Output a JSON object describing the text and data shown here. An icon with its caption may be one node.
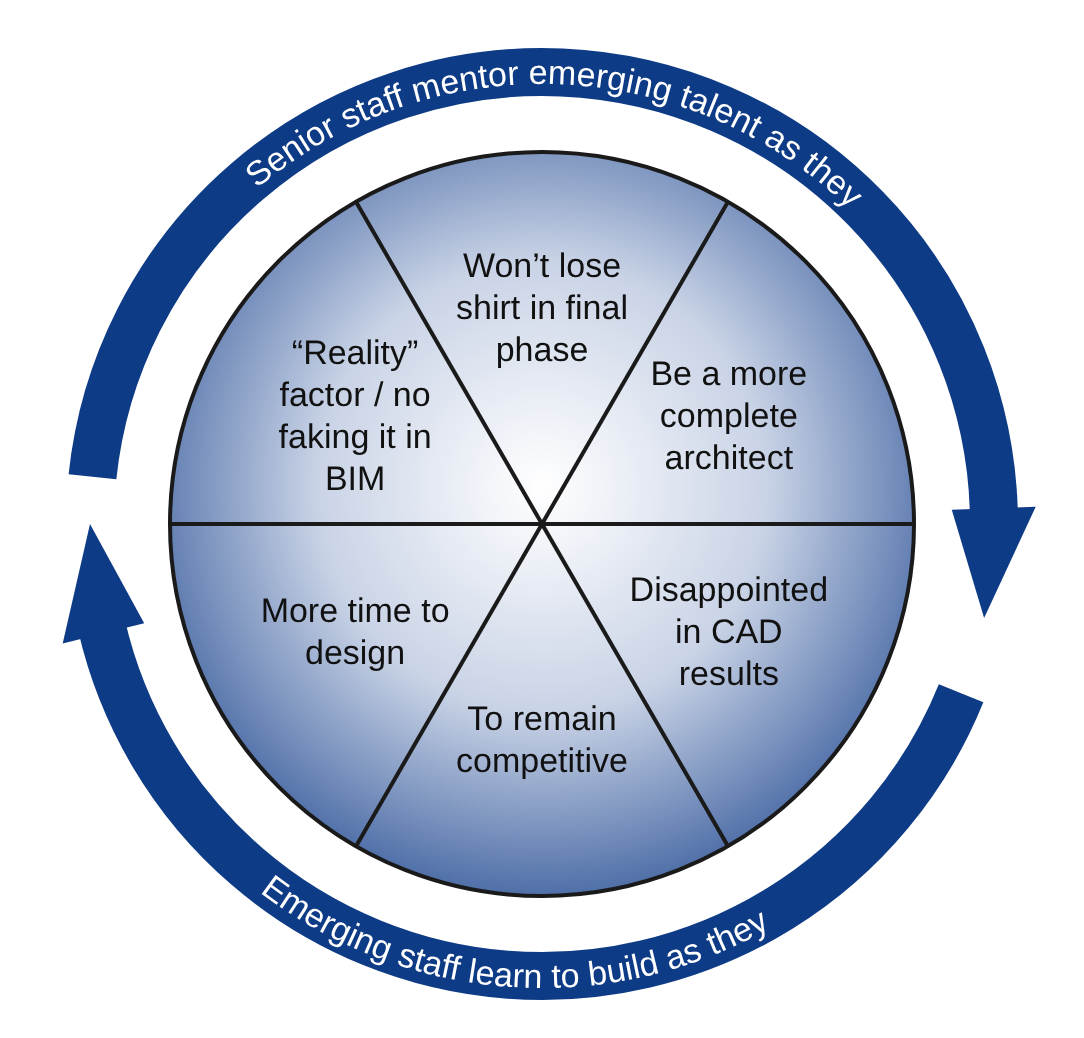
{
  "diagram": {
    "nodes": [
      {
        "text": [
          "Won’t lose shirt in final phase"
        ]
      },
      {
        "text": [
          "Be a more complete architect"
        ]
      },
      {
        "text": [
          "Disappointed in CAD results"
        ]
      },
      {
        "text": [
          "To remain competitive"
        ]
      },
      {
        "text": [
          "More time to design"
        ]
      },
      {
        "text": [
          "“Reality” factor / no faking it in BIM"
        ]
      }
    ],
    "edges": [],
    "labels": [
      "Senior staff mentor emerging talent as they",
      "Emerging staff learn to build as they"
    ]
  }
}
